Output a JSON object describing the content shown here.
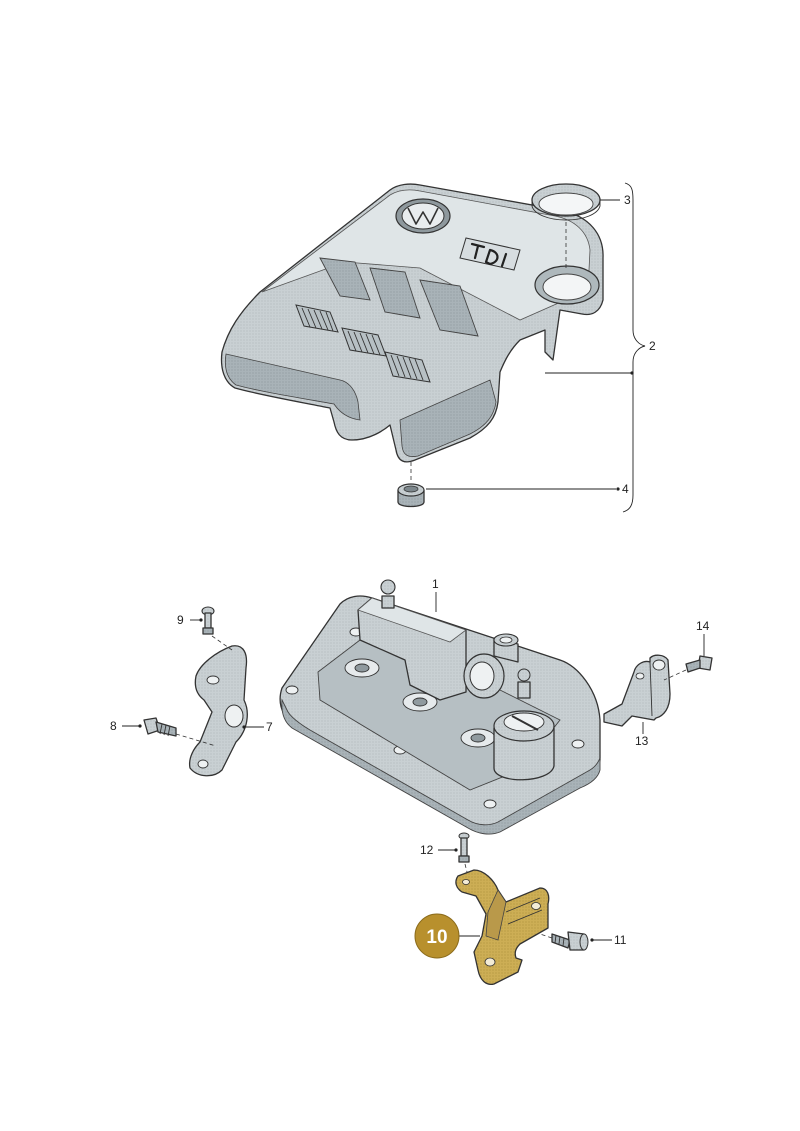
{
  "diagram": {
    "colors": {
      "part_fill": "#c9d0d3",
      "part_shade": "#a9b3b8",
      "part_light": "#e4e9eb",
      "highlight_fill": "#c9a84c",
      "highlight_badge": "#b8902d",
      "outline": "#333333"
    },
    "callouts": {
      "c1": "1",
      "c2": "2",
      "c3": "3",
      "c4": "4",
      "c7": "7",
      "c8": "8",
      "c9": "9",
      "c11": "11",
      "c12": "12",
      "c13": "13",
      "c14": "14",
      "c10": "10"
    },
    "highlighted_part": "10"
  }
}
